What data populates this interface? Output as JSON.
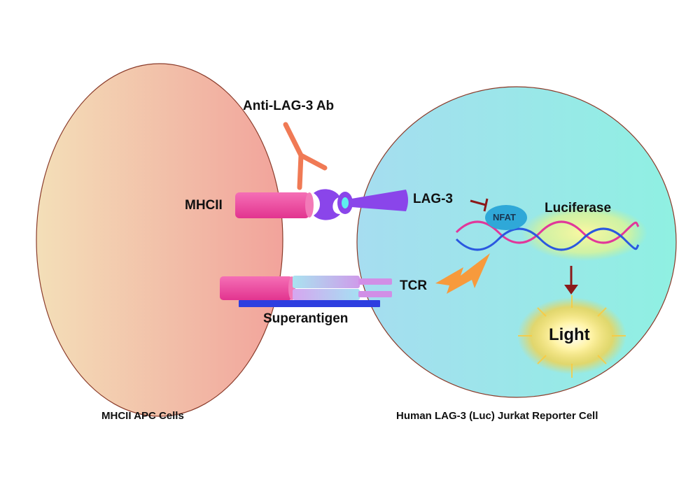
{
  "labels": {
    "antibody": "Anti-LAG-3 Ab",
    "mhcii": "MHCII",
    "lag3": "LAG-3",
    "nfat": "NFAT",
    "luciferase": "Luciferase",
    "tcr": "TCR",
    "superantigen": "Superantigen",
    "light": "Light",
    "apc_cell": "MHCII APC Cells",
    "reporter_cell": "Human LAG-3 (Luc) Jurkat Reporter Cell"
  },
  "colors": {
    "apc_cell_left": "#f3dfb8",
    "apc_cell_right": "#f2a39b",
    "reporter_cell_left": "#a6ddf0",
    "reporter_cell_right": "#8ff0e2",
    "cell_outline": "#8a3b2a",
    "antibody": "#f07a55",
    "mhcii": "#ee3f9c",
    "lag3": "#8a45ea",
    "dna_strand_a": "#e1379a",
    "dna_strand_b": "#2a58e0",
    "nfat": "#2fa8d8",
    "lightning": "#f79a3c",
    "arrow": "#8b1a1a",
    "superantigen": "#2d3ee0",
    "tcr": "#b5d8f2",
    "light_glow": "#ffd84a"
  }
}
